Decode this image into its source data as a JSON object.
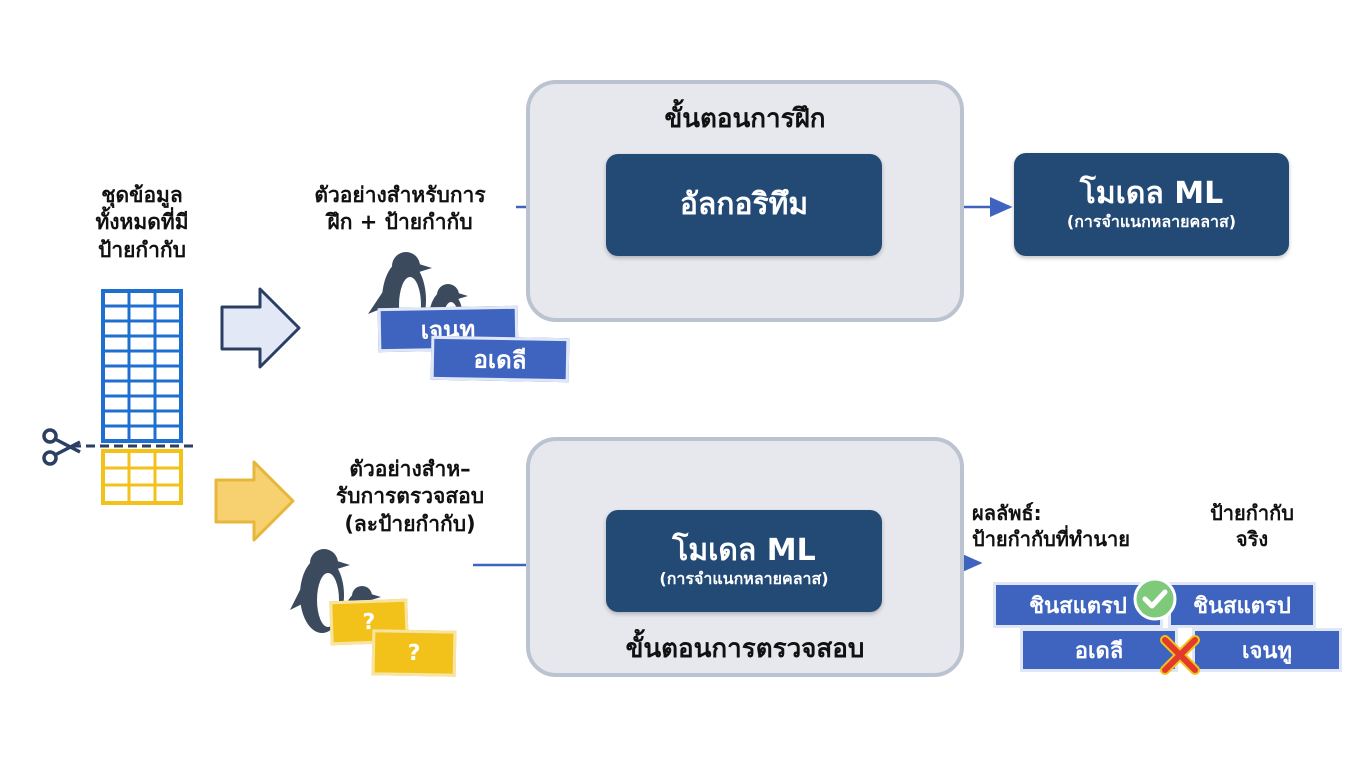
{
  "dataset": {
    "label": "ชุดข้อมูล\nทั้งหมดที่มี\nป้ายกำกับ"
  },
  "training": {
    "input_label": "ตัวอย่างสำหรับการ\nฝึก + ป้ายกำกับ",
    "stage_title": "ขั้นตอนการฝึก",
    "algorithm_label": "อัลกอริทึม",
    "model_title": "โมเดล ML",
    "model_subtitle": "(การจำแนกหลายคลาส)",
    "sample_cards": [
      "เจนทู",
      "อเดลี"
    ]
  },
  "testing": {
    "input_label": "ตัวอย่างสำห–\nรับการตรวจสอบ\n(ละป้ายกำกับ)",
    "stage_title": "ขั้นตอนการตรวจสอบ",
    "model_title": "โมเดล ML",
    "model_subtitle": "(การจำแนกหลายคลาส)",
    "unknown_mark": "?",
    "result_label": "ผลลัพธ์:\nป้ายกำกับที่ทำนาย",
    "true_label": "ป้ายกำกับ\nจริง",
    "comparisons": [
      {
        "predicted": "ชินสแตรป",
        "actual": "ชินสแตรป",
        "correct": true
      },
      {
        "predicted": "อเดลี",
        "actual": "เจนทู",
        "correct": false
      }
    ]
  },
  "colors": {
    "dark_box": "#234a75",
    "stage_bg": "#e6e8ee",
    "arrow": "#3f64c0",
    "blue_card": "#3f64c0",
    "yellow_card": "#f3c21a",
    "grid_blue": "#1f6fd1",
    "grid_yellow": "#f3c21a",
    "check_green": "#7ec97a",
    "cross_red": "#e23a2c"
  },
  "icons": [
    "scissors-icon",
    "penguin-icon",
    "check-icon",
    "cross-icon",
    "block-arrow-icon"
  ]
}
